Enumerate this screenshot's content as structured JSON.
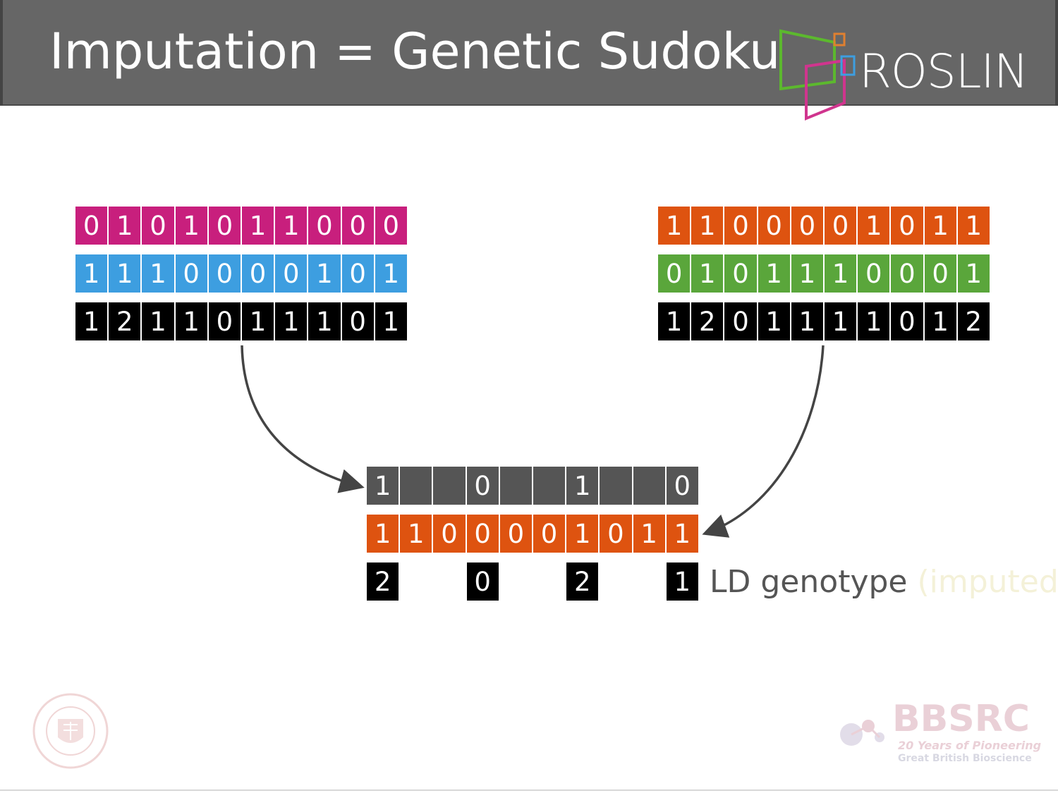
{
  "slide": {
    "title": "Imputation = Genetic Sudoku",
    "logo_text": "ROSLIN"
  },
  "colors": {
    "header": "#666666",
    "magenta": "#c81f7d",
    "blue": "#3d9ee0",
    "black": "#000000",
    "orange": "#de5310",
    "green": "#5aa63b",
    "gray": "#555555"
  },
  "left_animal": {
    "haplotype_1": [
      "0",
      "1",
      "0",
      "1",
      "0",
      "1",
      "1",
      "0",
      "0",
      "0"
    ],
    "haplotype_2": [
      "1",
      "1",
      "1",
      "0",
      "0",
      "0",
      "0",
      "1",
      "0",
      "1"
    ],
    "genotype": [
      "1",
      "2",
      "1",
      "1",
      "0",
      "1",
      "1",
      "1",
      "0",
      "1"
    ]
  },
  "right_animal": {
    "haplotype_1": [
      "1",
      "1",
      "0",
      "0",
      "0",
      "0",
      "1",
      "0",
      "1",
      "1"
    ],
    "haplotype_2": [
      "0",
      "1",
      "0",
      "1",
      "1",
      "1",
      "0",
      "0",
      "0",
      "1"
    ],
    "genotype": [
      "1",
      "2",
      "0",
      "1",
      "1",
      "1",
      "1",
      "0",
      "1",
      "2"
    ]
  },
  "target": {
    "haplotype_partial": [
      "1",
      "",
      "",
      "0",
      "",
      "",
      "1",
      "",
      "",
      "0"
    ],
    "haplotype_inherited": [
      "1",
      "1",
      "0",
      "0",
      "0",
      "0",
      "1",
      "0",
      "1",
      "1"
    ],
    "ld_genotype": [
      "2",
      "",
      "",
      "0",
      "",
      "",
      "2",
      "",
      "",
      "1"
    ],
    "ld_label": "LD genotype",
    "ld_label_faded": "(imputed)"
  },
  "footer": {
    "bbsrc_name": "BBSRC",
    "bbsrc_tagline_1": "20 Years of Pioneering",
    "bbsrc_tagline_2": "Great British Bioscience"
  }
}
